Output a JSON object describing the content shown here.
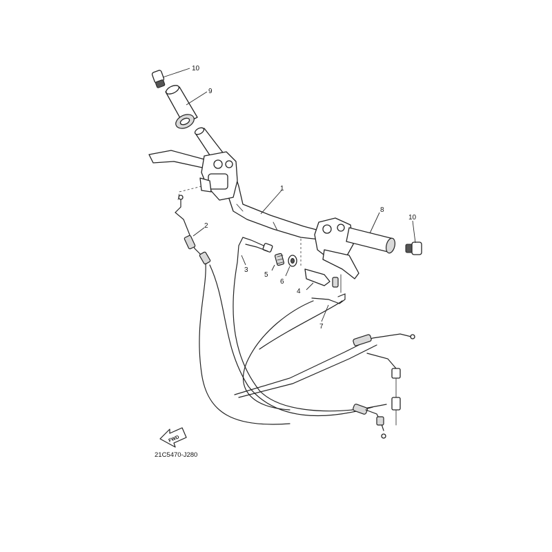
{
  "callouts": {
    "c1": "1",
    "c2": "2",
    "c3": "3",
    "c4": "4",
    "c5": "5",
    "c6": "6",
    "c7": "7",
    "c8": "8",
    "c9": "9",
    "c10_left": "10",
    "c10_right": "10"
  },
  "fwd_label": "FWD",
  "diagram_code": "21C5470-J280",
  "colors": {
    "line": "#222222",
    "fill": "#ffffff",
    "shade": "#d9d9d9"
  }
}
